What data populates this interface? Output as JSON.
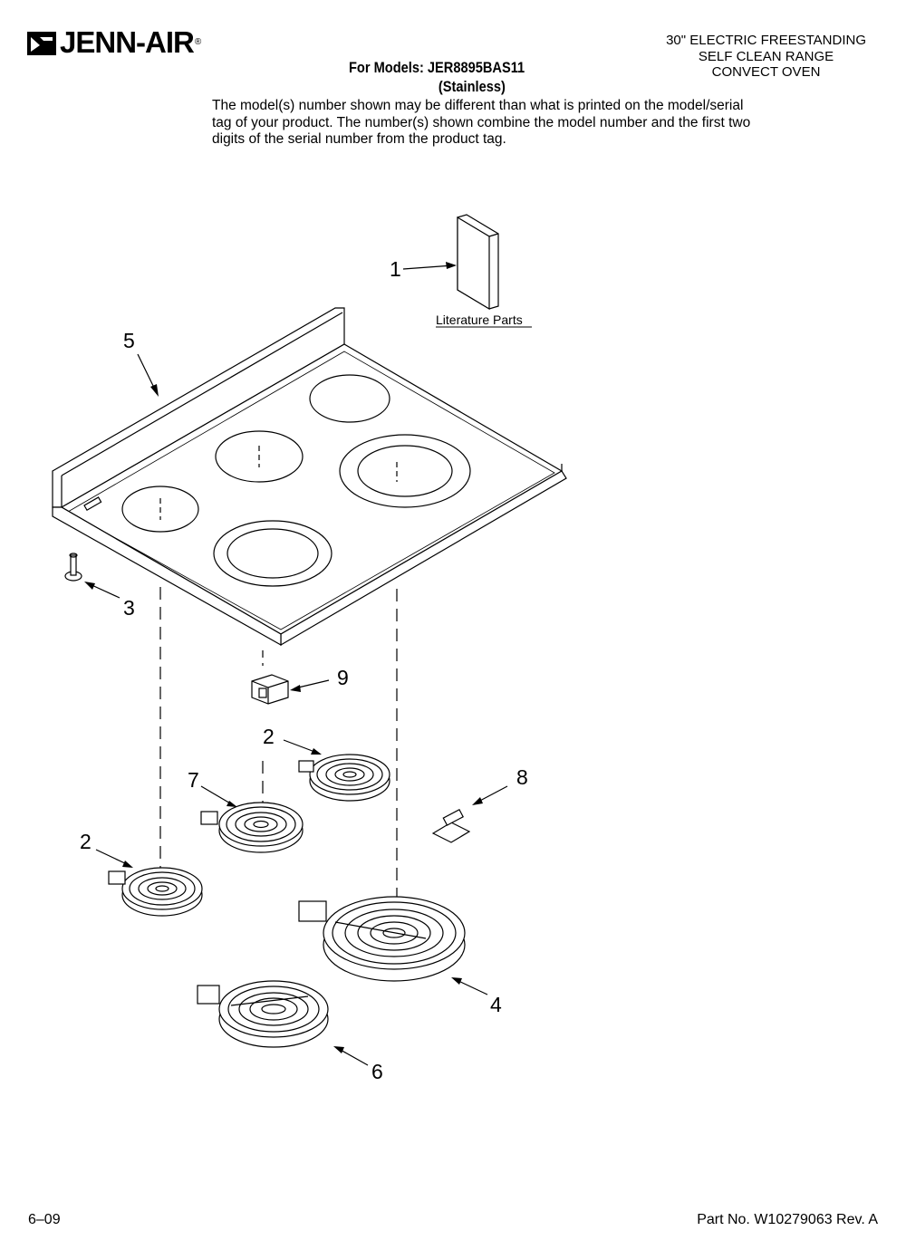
{
  "header": {
    "brand": "JENN-AIR",
    "brand_mark": "®",
    "product_type_lines": [
      "30\" ELECTRIC FREESTANDING",
      "SELF CLEAN RANGE",
      "CONVECT OVEN"
    ],
    "models_label": "For Models: JER8895BAS11",
    "finish": "(Stainless)",
    "disclaimer": "The model(s) number shown may be different than what is printed on the model/serial tag of your product. The number(s) shown combine the model number and the first two digits of the serial number from the product tag."
  },
  "diagram": {
    "literature_label": "Literature Parts",
    "callouts": [
      "1",
      "5",
      "3",
      "9",
      "2",
      "7",
      "8",
      "2",
      "4",
      "6"
    ]
  },
  "footer": {
    "date_code": "6–09",
    "part_number": "Part No. W10279063 Rev. A"
  }
}
